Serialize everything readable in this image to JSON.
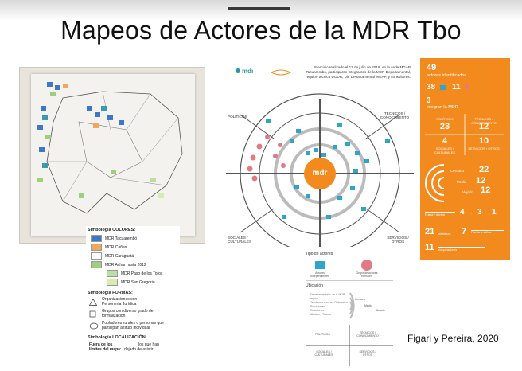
{
  "slide": {
    "title": "Mapeos de Actores de la MDR Tbo",
    "credit": "Figari y Pereira, 2020"
  },
  "legend": {
    "colores_heading": "Simbología COLORES:",
    "colores": [
      {
        "label": "MDR Tacuarembó",
        "color": "#3f77c8"
      },
      {
        "label": "MDR Cañas",
        "color": "#f2a65a"
      },
      {
        "label": "MDR Caraguatá",
        "color": "#ffffff"
      },
      {
        "label": "MDR Achar hasta 2012",
        "color": "#9ecf7c"
      },
      {
        "label": "MDR Paso de los Toros",
        "color": "#b9e0a2"
      },
      {
        "label": "MDR San Gregorio",
        "color": "#d7ecb0"
      }
    ],
    "formas_heading": "Simbología FORMAS:",
    "formas": [
      "Organizaciones con Personería Jurídica",
      "Grupos con diverso grado de formalización",
      "Pobladores rurales o personas que participan a título individual"
    ],
    "localizacion_heading": "Simbología LOCALIZACIÓN:",
    "localizacion_line1a": "Fuera de los",
    "localizacion_line1b": "los que han",
    "localizacion_line2a": "límites del mapa:",
    "localizacion_line2b": "dejado de asistir"
  },
  "diagram": {
    "logo": "mdr",
    "caption": "Ejercicio realizado el 17 de julio de 2018, en la sede MGAP Tacuarembó, participaron integrantes de la MDR Departamental, equipo técnico DGDR, Dir. Departamental MGAP, y consultores.",
    "quadrant_tl": "POLÍTICOS",
    "quadrant_tr": "TÉCNICOS / CONOCIMIENTO",
    "quadrant_bl": "SOCIALES / CULTURALES",
    "quadrant_br": "SERVICIOS / OTROS",
    "center_label": "mdr"
  },
  "stats": {
    "total": "49",
    "total_label": "actores identificados",
    "blue_count": "38",
    "pink_count": "11",
    "mdr_count": "3",
    "mdr_label": "integran la MDR",
    "grid": [
      {
        "value": "23",
        "label": "POLÍTICOS"
      },
      {
        "value": "12",
        "label": "TÉCNICOS / CONOCIMIENTO"
      },
      {
        "value": "4",
        "label": "SOCIALES / CULTURALES"
      },
      {
        "value": "10",
        "label": "SERVICIOS / OTROS"
      }
    ],
    "rings": [
      {
        "label": "Cercano",
        "value": "22"
      },
      {
        "label": "Medio",
        "value": "12"
      },
      {
        "label": "Alejado",
        "value": "12"
      }
    ],
    "row1_label": "Fuera / dentro",
    "row1_a": "4",
    "row1_b": "3",
    "row1_c": "1",
    "row2_a": "21",
    "row2_a_label": "fortalezas",
    "row2_b": "7",
    "row2_b_label": "Puerta a salida",
    "row3": "11",
    "row3_label": "bloqueadores"
  },
  "key": {
    "tipo_heading": "Tipo de actores",
    "tipo_a": "Actores independientes",
    "tipo_b": "Grupo de actores formales",
    "ubicacion_heading": "Ubicación",
    "ubic_lines": [
      "Departamental o de la MDR, región",
      "Tendencia con una Ordenador",
      "Previsiones",
      "Relaciones",
      "Aliados y Trabas"
    ],
    "rings": [
      "Cercano",
      "Medio",
      "Alejado"
    ],
    "q_tl": "POLÍTICOS",
    "q_tr": "TÉCNICOS / CONOCIMIENTO",
    "q_bl": "SOCIALES / CULTURALES",
    "q_br": "SERVICIOS / OTROS"
  },
  "colors": {
    "orange": "#f28a1e",
    "teal": "#2a9aa0",
    "blue_dot": "#2fa6c9",
    "pink_dot": "#e07a84",
    "map_blue": "#3f77c8"
  }
}
